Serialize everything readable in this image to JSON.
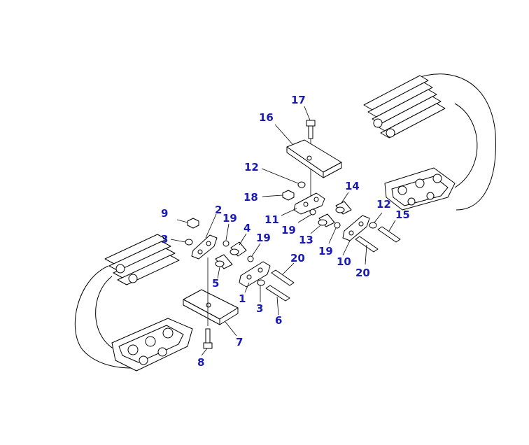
{
  "colors": {
    "callout": "#1a1ab4",
    "line": "#000000",
    "background": "#ffffff"
  },
  "callouts": {
    "c1": "1",
    "c2": "2",
    "c3a": "3",
    "c3b": "3",
    "c4": "4",
    "c5": "5",
    "c6": "6",
    "c7": "7",
    "c8": "8",
    "c9": "9",
    "c10": "10",
    "c11": "11",
    "c12a": "12",
    "c12b": "12",
    "c13": "13",
    "c14": "14",
    "c15": "15",
    "c16": "16",
    "c17": "17",
    "c18": "18",
    "c19a": "19",
    "c19b": "19",
    "c19c": "19",
    "c19d": "19",
    "c20a": "20",
    "c20b": "20"
  }
}
